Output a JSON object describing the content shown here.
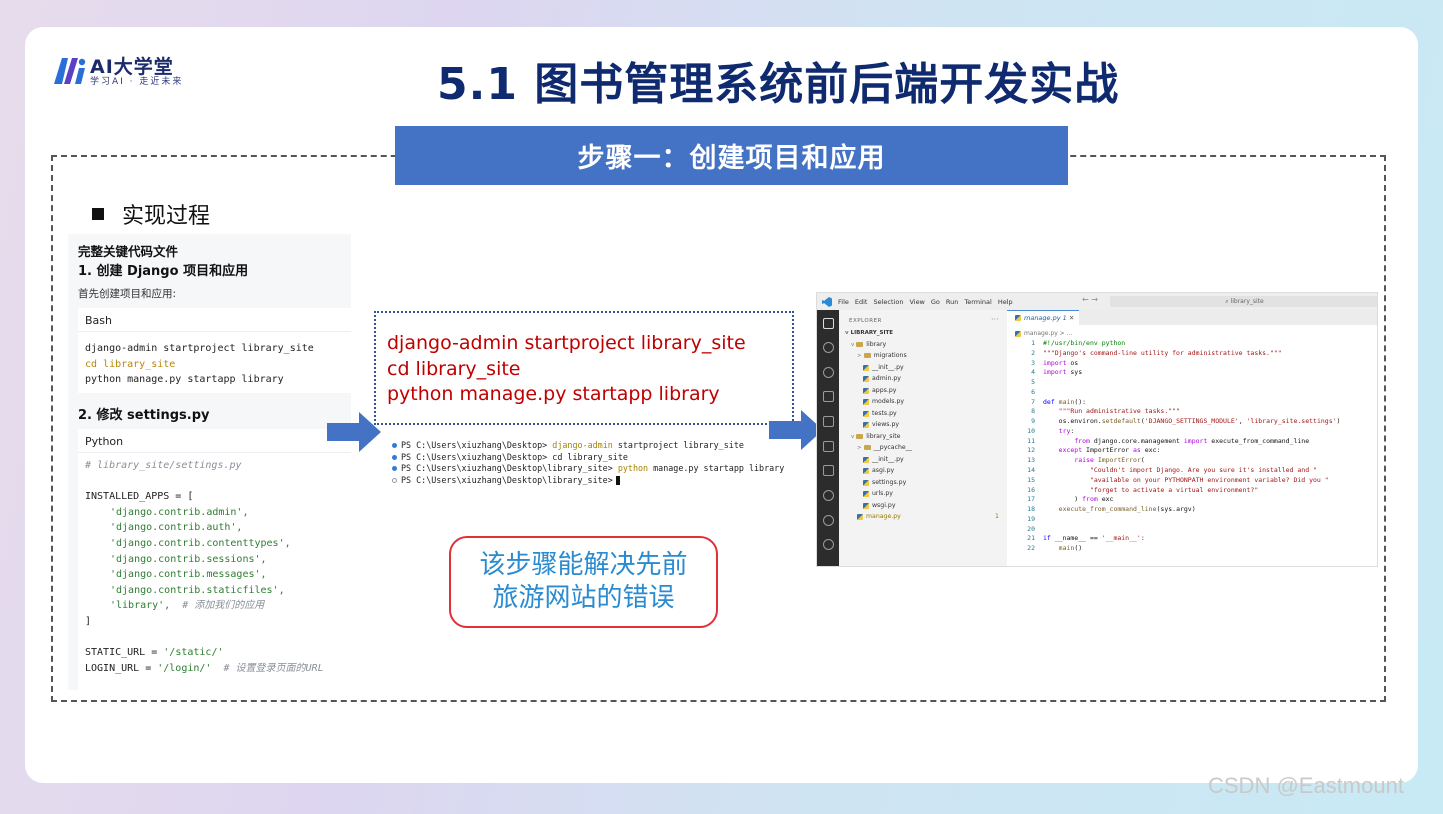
{
  "logo": {
    "name": "AI大学堂",
    "tagline": "学习AI · 走近未来"
  },
  "page_title": "5.1 图书管理系统前后端开发实战",
  "step_banner": "步骤一：创建项目和应用",
  "section_heading": "实现过程",
  "doc": {
    "heading": "完整关键代码文件",
    "step1_title": "1. 创建 Django 项目和应用",
    "step1_note": "首先创建项目和应用:",
    "bash_label": "Bash",
    "bash_lines": [
      "django-admin startproject library_site",
      "cd library_site",
      "python manage.py startapp library"
    ],
    "step2_title": "2. 修改 settings.py",
    "python_label": "Python",
    "settings_comment": "# library_site/settings.py",
    "installed_apps_open": "INSTALLED_APPS = [",
    "apps": [
      "'django.contrib.admin',",
      "'django.contrib.auth',",
      "'django.contrib.contenttypes',",
      "'django.contrib.sessions',",
      "'django.contrib.messages',",
      "'django.contrib.staticfiles',"
    ],
    "library_app": "'library',",
    "library_comment": "# 添加我们的应用",
    "installed_apps_close": "]",
    "static_url_key": "STATIC_URL = ",
    "static_url_val": "'/static/'",
    "login_url_key": "LOGIN_URL = ",
    "login_url_val": "'/login/'",
    "login_comment": "# 设置登录页面的URL"
  },
  "commands": [
    "django-admin startproject library_site",
    "cd library_site",
    "python manage.py startapp library"
  ],
  "terminal": {
    "rows": [
      {
        "prompt": "PS C:\\Users\\xiuzhang\\Desktop>",
        "cmd": "django-admin",
        "rest": "startproject library_site"
      },
      {
        "prompt": "PS C:\\Users\\xiuzhang\\Desktop>",
        "cmd": "",
        "rest": "cd library_site"
      },
      {
        "prompt": "PS C:\\Users\\xiuzhang\\Desktop\\library_site>",
        "cmd": "python",
        "rest": "manage.py startapp library"
      },
      {
        "prompt": "PS C:\\Users\\xiuzhang\\Desktop\\library_site>",
        "cmd": "",
        "rest": ""
      }
    ]
  },
  "callout": {
    "line1": "该步骤能解决先前",
    "line2": "旅游网站的错误"
  },
  "vscode": {
    "menu": [
      "File",
      "Edit",
      "Selection",
      "View",
      "Go",
      "Run",
      "Terminal",
      "Help"
    ],
    "search": "library_site",
    "explorer_title": "EXPLORER",
    "root": "LIBRARY_SITE",
    "tree": [
      {
        "label": "library",
        "type": "folder",
        "indent": 0
      },
      {
        "label": "migrations",
        "type": "folder",
        "indent": 1
      },
      {
        "label": "__init__.py",
        "type": "py",
        "indent": 2
      },
      {
        "label": "admin.py",
        "type": "py",
        "indent": 2
      },
      {
        "label": "apps.py",
        "type": "py",
        "indent": 2
      },
      {
        "label": "models.py",
        "type": "py",
        "indent": 2
      },
      {
        "label": "tests.py",
        "type": "py",
        "indent": 2
      },
      {
        "label": "views.py",
        "type": "py",
        "indent": 2
      },
      {
        "label": "library_site",
        "type": "folder",
        "indent": 0
      },
      {
        "label": "__pycache__",
        "type": "folder",
        "indent": 1
      },
      {
        "label": "__init__.py",
        "type": "py",
        "indent": 2
      },
      {
        "label": "asgi.py",
        "type": "py",
        "indent": 2
      },
      {
        "label": "settings.py",
        "type": "py",
        "indent": 2
      },
      {
        "label": "urls.py",
        "type": "py",
        "indent": 2
      },
      {
        "label": "wsgi.py",
        "type": "py",
        "indent": 2
      },
      {
        "label": "manage.py",
        "type": "py",
        "indent": 1
      }
    ],
    "manage_badge": "1",
    "tab_label": "manage.py 1",
    "breadcrumb": "manage.py > ...",
    "code": [
      {
        "n": "1",
        "t": "#!/usr/bin/env python"
      },
      {
        "n": "2",
        "t": "\"\"\"Django's command-line utility for administrative tasks.\"\"\""
      },
      {
        "n": "3",
        "t": "import os"
      },
      {
        "n": "4",
        "t": "import sys"
      },
      {
        "n": "5",
        "t": ""
      },
      {
        "n": "6",
        "t": ""
      },
      {
        "n": "7",
        "t": "def main():"
      },
      {
        "n": "8",
        "t": "    \"\"\"Run administrative tasks.\"\"\""
      },
      {
        "n": "9",
        "t": "    os.environ.setdefault('DJANGO_SETTINGS_MODULE', 'library_site.settings')"
      },
      {
        "n": "10",
        "t": "    try:"
      },
      {
        "n": "11",
        "t": "        from django.core.management import execute_from_command_line"
      },
      {
        "n": "12",
        "t": "    except ImportError as exc:"
      },
      {
        "n": "13",
        "t": "        raise ImportError("
      },
      {
        "n": "14",
        "t": "            \"Couldn't import Django. Are you sure it's installed and \""
      },
      {
        "n": "15",
        "t": "            \"available on your PYTHONPATH environment variable? Did you \""
      },
      {
        "n": "16",
        "t": "            \"forget to activate a virtual environment?\""
      },
      {
        "n": "17",
        "t": "        ) from exc"
      },
      {
        "n": "18",
        "t": "    execute_from_command_line(sys.argv)"
      },
      {
        "n": "19",
        "t": ""
      },
      {
        "n": "20",
        "t": ""
      },
      {
        "n": "21",
        "t": "if __name__ == '__main__':"
      },
      {
        "n": "22",
        "t": "    main()"
      }
    ]
  },
  "watermark": "CSDN @Eastmount",
  "colors": {
    "banner": "#4472c4",
    "title": "#0f2a6e",
    "command_red": "#c00000",
    "callout_text": "#2a8bd0",
    "callout_border": "#e0303a"
  }
}
